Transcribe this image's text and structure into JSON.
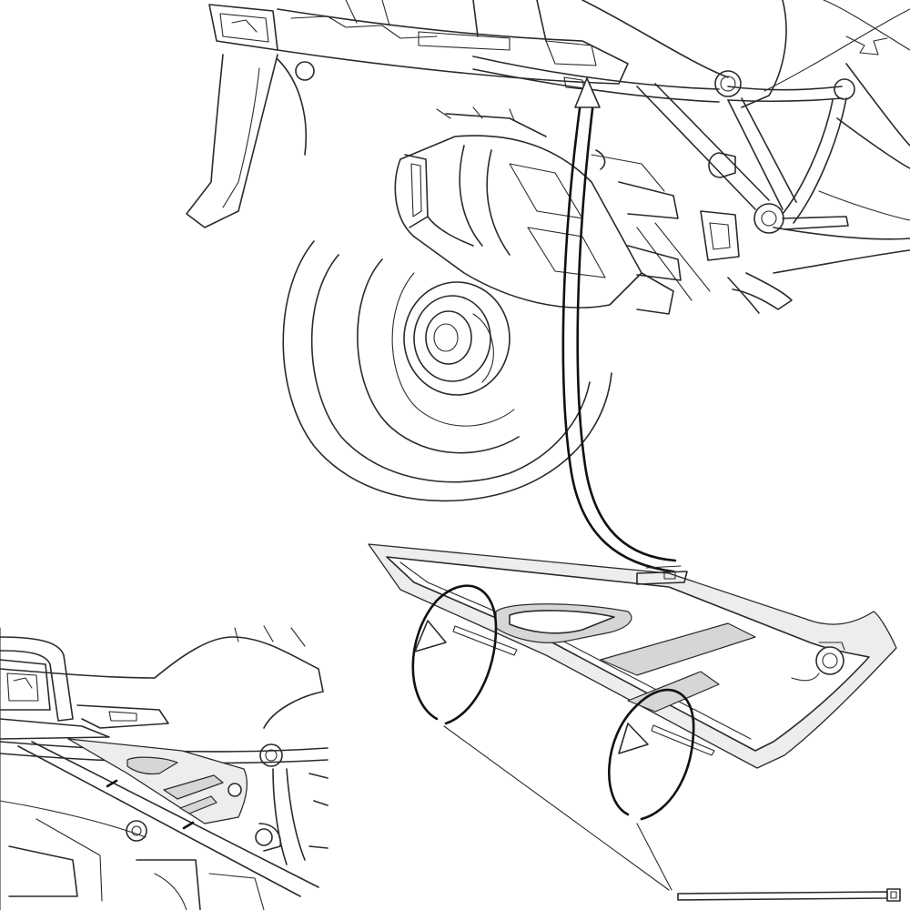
{
  "figure": {
    "kind": "installation-diagram",
    "background_color": "#ffffff",
    "line_color": "#2a2a2a",
    "callout_arrow_color": "#111111",
    "panel_fill_color": "#ededed",
    "text_labels": []
  },
  "parts": [
    {
      "name": "motorcycle-rear-frame-drawing",
      "icon": "motorcycle-rear-view-icon"
    },
    {
      "name": "side-cover-panel-part",
      "icon": "triangular-panel-icon"
    },
    {
      "name": "installed-detail-view",
      "icon": "detail-inset-icon"
    },
    {
      "name": "cable-tie",
      "icon": "cable-tie-icon"
    }
  ],
  "steps": [
    {
      "name": "hook-into-frame-slot",
      "icon": "insertion-arrow-icon"
    },
    {
      "name": "secure-with-cable-ties",
      "icon": "rotation-arrow-icon",
      "count": 2
    }
  ]
}
